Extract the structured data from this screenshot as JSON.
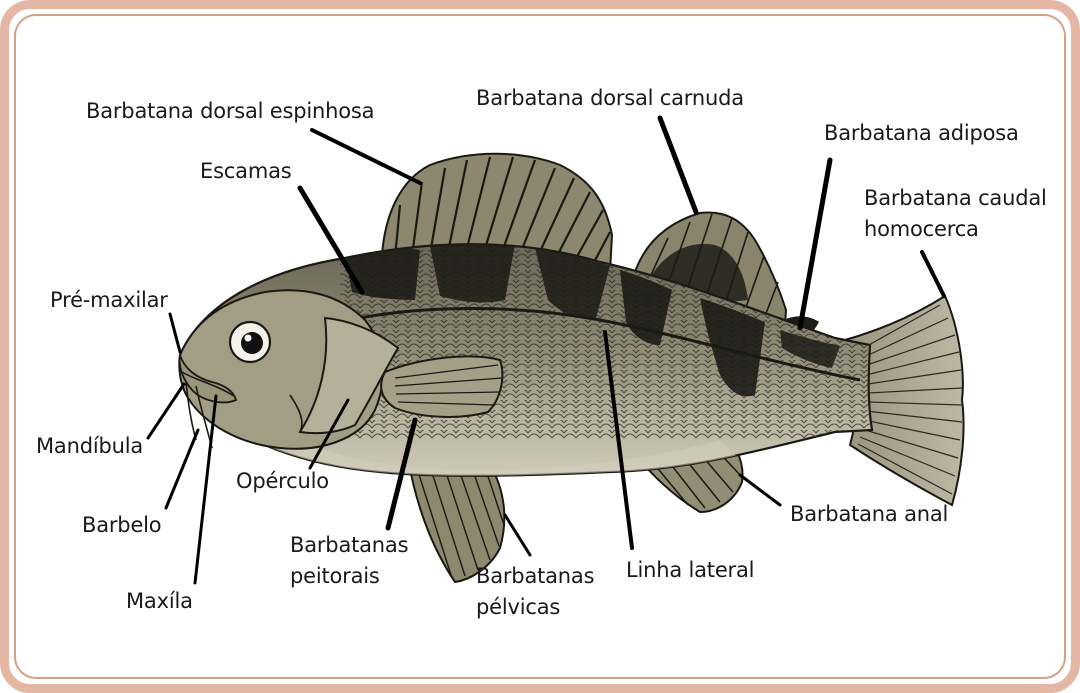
{
  "diagram": {
    "frame_color": "#e6b6a4",
    "labels": {
      "espinhosa": "Barbatana dorsal espinhosa",
      "carnuda": "Barbatana dorsal carnuda",
      "adiposa": "Barbatana adiposa",
      "caudal_1": "Barbatana caudal",
      "caudal_2": "homocerca",
      "escamas": "Escamas",
      "premaxilar": "Pré-maxilar",
      "mandibula": "Mandíbula",
      "barbelo": "Barbelo",
      "maxila": "Maxíla",
      "operculo": "Opérculo",
      "peitorais_1": "Barbatanas",
      "peitorais_2": "peitorais",
      "pelvicas_1": "Barbatanas",
      "pelvicas_2": "pélvicas",
      "linha": "Linha lateral",
      "anal": "Barbatana anal"
    }
  }
}
